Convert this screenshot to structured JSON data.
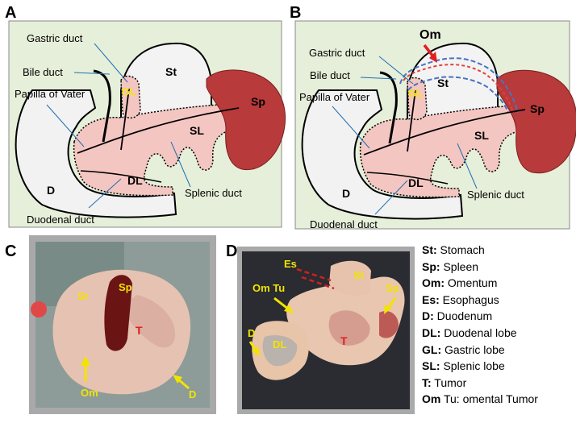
{
  "panels": {
    "a": {
      "letter": "A",
      "labels": {
        "gastric_duct": "Gastric duct",
        "bile_duct": "Bile duct",
        "papilla": "Papilla of Vater",
        "splenic_duct": "Splenic duct",
        "duodenal_duct": "Duodenal duct",
        "st": "St",
        "sp": "Sp",
        "gl": "GL",
        "sl": "SL",
        "dl": "DL",
        "d": "D"
      }
    },
    "b": {
      "letter": "B",
      "labels": {
        "om": "Om",
        "gastric_duct": "Gastric duct",
        "bile_duct": "Bile duct",
        "papilla": "Papilla of Vater",
        "splenic_duct": "Splenic duct",
        "duodenal_duct": "Duodenal duct",
        "st": "St",
        "sp": "Sp",
        "gl": "GL",
        "sl": "SL",
        "dl": "DL",
        "d": "D"
      }
    },
    "c": {
      "letter": "C",
      "labels": {
        "st": "St",
        "sp": "Sp",
        "t": "T",
        "om": "Om",
        "d": "D"
      }
    },
    "d": {
      "letter": "D",
      "labels": {
        "es": "Es",
        "st": "St",
        "om_tu": "Om Tu",
        "sp": "Sp",
        "d": "D",
        "dl": "DL",
        "t": "T"
      }
    }
  },
  "legend": [
    {
      "abbr": "St:",
      "text": " Stomach"
    },
    {
      "abbr": "Sp:",
      "text": " Spleen"
    },
    {
      "abbr": "Om:",
      "text": " Omentum"
    },
    {
      "abbr": "Es:",
      "text": " Esophagus"
    },
    {
      "abbr": "D:",
      "text": " Duodenum"
    },
    {
      "abbr": "DL:",
      "text": " Duodenal lobe"
    },
    {
      "abbr": "GL:",
      "text": " Gastric lobe"
    },
    {
      "abbr": "SL:",
      "text": " Splenic lobe"
    },
    {
      "abbr": "T:",
      "text": " Tumor"
    },
    {
      "abbr": "Om",
      "text": " Tu: omental Tumor"
    }
  ],
  "colors": {
    "panel_bg": "#e6efd9",
    "pancreas": "#f4c6c2",
    "spleen": "#b83a3a",
    "stomach": "#f3f3f3",
    "omentum_dash_red": "#e04040",
    "omentum_dash_blue": "#4a72c4",
    "photo_frame": "#a9a9a9",
    "label_yellow": "#f2e400",
    "label_red": "#e02020"
  }
}
